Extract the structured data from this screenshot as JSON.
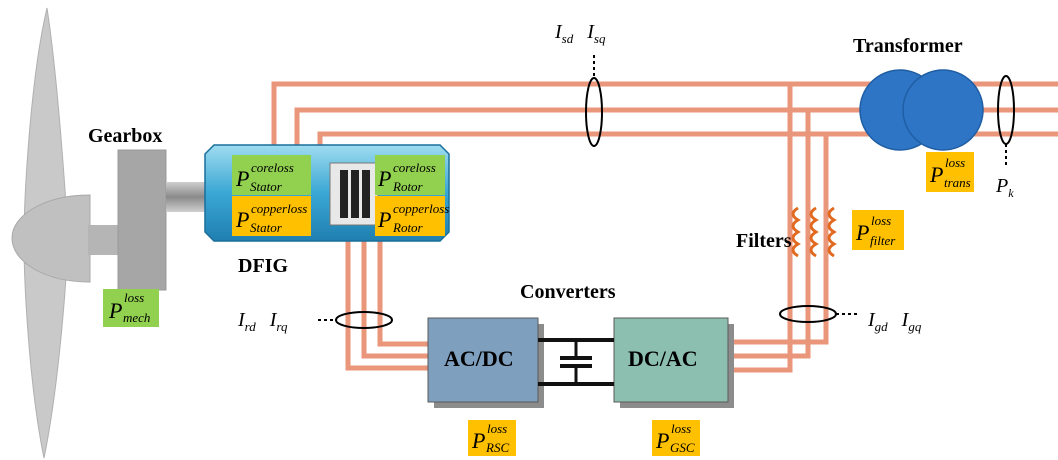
{
  "labels": {
    "gearbox": "Gearbox",
    "dfig": "DFIG",
    "converters": "Converters",
    "transformer": "Transformer",
    "filters": "Filters",
    "acdc": "AC/DC",
    "dcac": "DC/AC"
  },
  "currents": {
    "stator": {
      "a_main": "I",
      "a_sub": "sd",
      "b_main": "I",
      "b_sub": "sq"
    },
    "rotor": {
      "a_main": "I",
      "a_sub": "rd",
      "b_main": "I",
      "b_sub": "rq"
    },
    "grid": {
      "a_main": "I",
      "a_sub": "gd",
      "b_main": "I",
      "b_sub": "gq"
    },
    "power": {
      "main": "P",
      "sub": "k"
    }
  },
  "losses": {
    "mech": {
      "main": "P",
      "sup": "loss",
      "sub": "mech"
    },
    "stator_core": {
      "main": "P",
      "sup": "coreloss",
      "sub": "Stator"
    },
    "stator_copper": {
      "main": "P",
      "sup": "copperloss",
      "sub": "Stator"
    },
    "rotor_core": {
      "main": "P",
      "sup": "coreloss",
      "sub": "Rotor"
    },
    "rotor_copper": {
      "main": "P",
      "sup": "copperloss",
      "sub": "Rotor"
    },
    "trans": {
      "main": "P",
      "sup": "loss",
      "sub": "trans"
    },
    "filter": {
      "main": "P",
      "sup": "loss",
      "sub": "filter"
    },
    "rsc": {
      "main": "P",
      "sup": "loss",
      "sub": "RSC"
    },
    "gsc": {
      "main": "P",
      "sup": "loss",
      "sub": "GSC"
    }
  },
  "colors": {
    "line": "#e9967a",
    "loss_yellow": "#ffc000",
    "loss_green": "#92d050",
    "transformer": "#2e75c6",
    "dfig_body": "#47b3d9",
    "converter_acdc": "#7f9fbf",
    "converter_dcac": "#8cbfb0",
    "gray": "#a6a6a6"
  }
}
